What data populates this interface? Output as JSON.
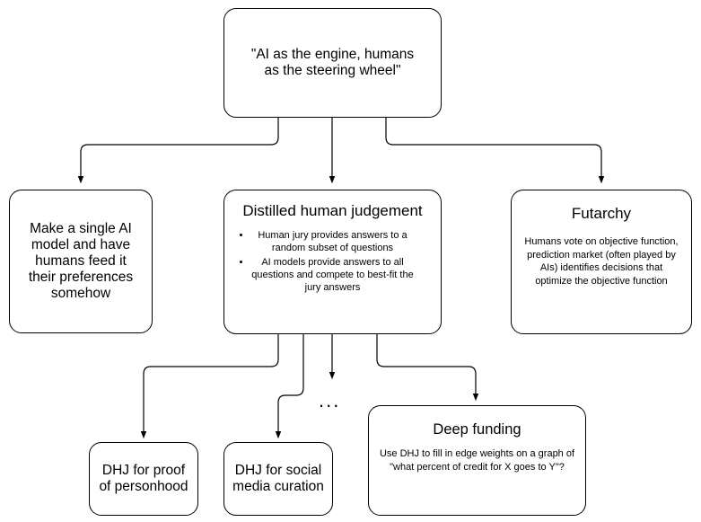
{
  "diagram": {
    "type": "flowchart",
    "background_color": "#ffffff",
    "stroke_color": "#000000",
    "text_color": "#000000",
    "ellipsis_label": "...",
    "nodes": [
      {
        "id": "root",
        "title": "\"AI as the engine, humans as the steering wheel\""
      },
      {
        "id": "single-ai-model",
        "title": "Make a single AI model and have humans feed it their preferences somehow"
      },
      {
        "id": "distilled-human-judgement",
        "title": "Distilled human judgement",
        "bullets": [
          "Human jury provides answers to a random subset of questions",
          "AI models provide answers to all questions and compete to best-fit the jury answers"
        ]
      },
      {
        "id": "futarchy",
        "title": "Futarchy",
        "body": "Humans vote on objective function, prediction market (often played by AIs) identifies decisions that optimize the objective function"
      },
      {
        "id": "dhj-proof-of-personhood",
        "title": "DHJ for proof of personhood"
      },
      {
        "id": "dhj-social-media-curation",
        "title": "DHJ for social media curation"
      },
      {
        "id": "deep-funding",
        "title": "Deep funding",
        "body": "Use DHJ to fill in edge weights on a graph of \"what percent of credit for X goes to Y\"?"
      }
    ]
  }
}
